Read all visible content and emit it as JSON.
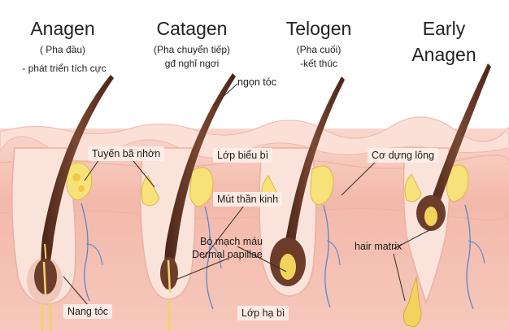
{
  "stages": [
    {
      "title": "Anagen",
      "sub1": "( Pha đầu)",
      "sub2": "-  phát triển tích cực"
    },
    {
      "title": "Catagen",
      "sub1": "(Pha chuyển tiếp)",
      "sub2": "gđ nghỉ ngơi"
    },
    {
      "title": "Telogen",
      "sub1": "(Pha cuối)",
      "sub2": "-kết thúc"
    },
    {
      "title": "Early",
      "title2": "Anagen"
    }
  ],
  "labels": {
    "hair_tip": "ngọn tóc",
    "sebaceous_gland": "Tuyến bã nhờn",
    "epidermis": "Lớp biểu bì",
    "arrector_pili": "Cơ dựng lông",
    "nerve_ending": "Mút thần kinh",
    "blood_vessels": "Bó mạch máu",
    "dermal_papilla": "Dermal papillae",
    "hair_matrix": "hair matrix",
    "follicle": "Nang tóc",
    "hypodermis": "Lớp hạ bì"
  },
  "colors": {
    "dermis": "#f4c2b8",
    "skin_surface": "#f8d6cc",
    "hair": "#6b3d2a",
    "follicle": "#f9e2da",
    "gland": "#f5dc6a",
    "nerve": "#5b86c9"
  }
}
